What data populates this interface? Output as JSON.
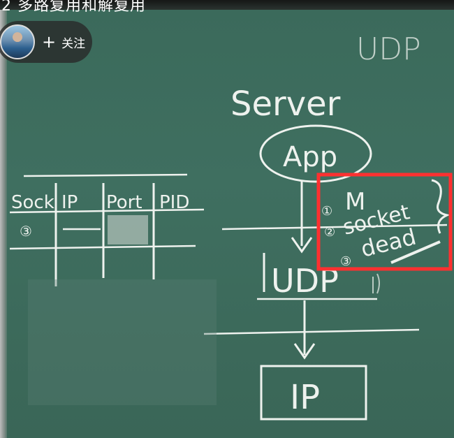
{
  "video": {
    "title": "2 多路复用和解复用"
  },
  "follow": {
    "label": "关注"
  },
  "board": {
    "udp_header": "UDP",
    "server": "Server",
    "app": "App",
    "udp_box": "UDP",
    "ip_box": "IP",
    "table_headers": [
      "Sock",
      "IP",
      "Port",
      "PID"
    ],
    "table_row_marker": "③",
    "note_marker_1": "①",
    "note_m": "M",
    "note_marker_2": "②",
    "note_socket": "socket",
    "note_marker_3": "③",
    "note_dead": "dead"
  },
  "colors": {
    "chalkboard": "#3f6f60",
    "chalk": "#eef2ee",
    "highlight": "#ff3030"
  }
}
